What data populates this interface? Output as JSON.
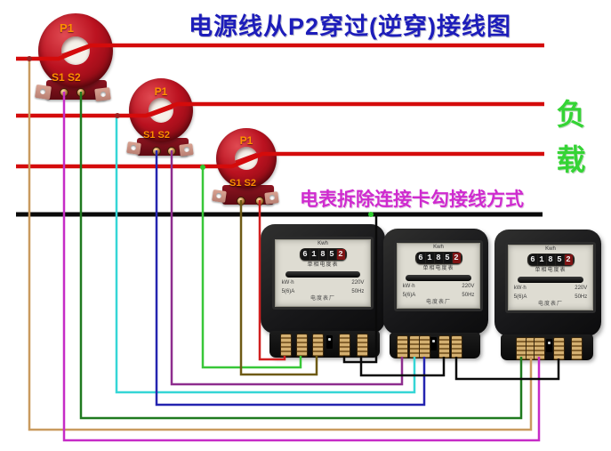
{
  "title": "电源线从P2穿过(逆穿)接线图",
  "subtitle": "电表拆除连接卡勾接线方式",
  "load_label": "负载",
  "colors": {
    "title": "#1d1dba",
    "subtitle": "#cf2bcf",
    "load": "#35d435",
    "phase_line": "#d40b0b",
    "neutral_line": "#0a0a0a",
    "label_orange": "#ff9000"
  },
  "cts": [
    {
      "primary_label": "P1",
      "secondary_labels": "S1 S2"
    },
    {
      "primary_label": "P1",
      "secondary_labels": "S1 S2"
    },
    {
      "primary_label": "P1",
      "secondary_labels": "S1 S2"
    }
  ],
  "meters": [
    {
      "unit": "Kwh",
      "digits": [
        "6",
        "1",
        "8",
        "5",
        "2"
      ],
      "type_label": "单相电度表",
      "spec1_left": "kW·h",
      "spec1_right": "220V",
      "spec2_left": "5(6)A",
      "spec2_right": "50Hz",
      "factory": "电度表厂"
    },
    {
      "unit": "Kwh",
      "digits": [
        "6",
        "1",
        "8",
        "5",
        "2"
      ],
      "type_label": "单相电度表",
      "spec1_left": "kW·h",
      "spec1_right": "220V",
      "spec2_left": "5(6)A",
      "spec2_right": "50Hz",
      "factory": "电度表厂"
    },
    {
      "unit": "Kwh",
      "digits": [
        "6",
        "1",
        "8",
        "5",
        "2"
      ],
      "type_label": "单相电度表",
      "spec1_left": "kW·h",
      "spec1_right": "220V",
      "spec2_left": "5(6)A",
      "spec2_right": "50Hz",
      "factory": "电度表厂"
    }
  ],
  "wires": {
    "voltage_tap_1": "#c99a5f",
    "ct1_s1": "#c62bc6",
    "ct1_s2": "#1f7a1f",
    "voltage_tap_2": "#35d6d6",
    "ct2_s1": "#2424b0",
    "ct2_s2": "#8e2d8e",
    "voltage_tap_3": "#38c738",
    "ct3_s1": "#6e5a14",
    "ct3_s2": "#cf1f1f",
    "neutral": "#0a0a0a"
  }
}
